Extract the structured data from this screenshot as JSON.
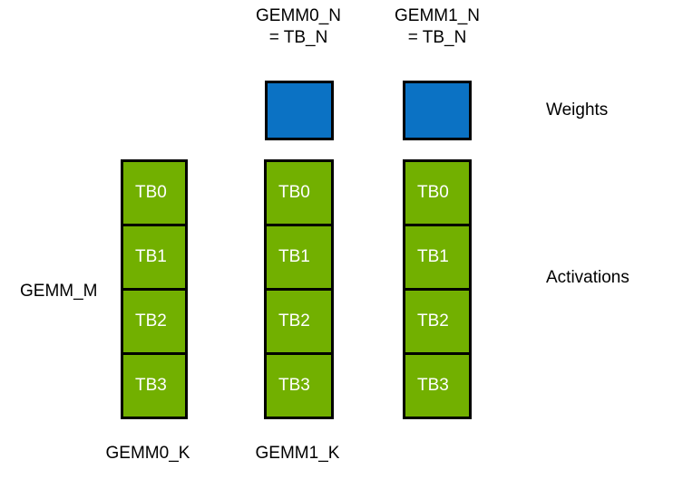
{
  "diagram": {
    "title_labels": {
      "gemm0_n_line1": "GEMM0_N",
      "gemm0_n_line2": "= TB_N",
      "gemm1_n_line1": "GEMM1_N",
      "gemm1_n_line2": "= TB_N"
    },
    "side_labels": {
      "left_m": "GEMM_M",
      "right_weights": "Weights",
      "right_activations": "Activations"
    },
    "bottom_labels": {
      "gemm0_k": "GEMM0_K",
      "gemm1_k": "GEMM1_K"
    },
    "colors": {
      "weights_fill": "#0B72C4",
      "activations_fill": "#72B000",
      "outline": "#000000",
      "cell_text": "#FFFFFF",
      "label_text": "#000000",
      "background": "#FFFFFF"
    },
    "weight_blocks": [
      {
        "name": "gemm0-weight-block"
      },
      {
        "name": "gemm1-weight-block"
      }
    ],
    "activation_columns": [
      {
        "name": "gemm0-k-column",
        "cells": [
          {
            "label": "TB0"
          },
          {
            "label": "TB1"
          },
          {
            "label": "TB2"
          },
          {
            "label": "TB3"
          }
        ]
      },
      {
        "name": "gemm1-k-column",
        "cells": [
          {
            "label": "TB0"
          },
          {
            "label": "TB1"
          },
          {
            "label": "TB2"
          },
          {
            "label": "TB3"
          }
        ]
      },
      {
        "name": "gemm2-k-column",
        "cells": [
          {
            "label": "TB0"
          },
          {
            "label": "TB1"
          },
          {
            "label": "TB2"
          },
          {
            "label": "TB3"
          }
        ]
      }
    ]
  }
}
